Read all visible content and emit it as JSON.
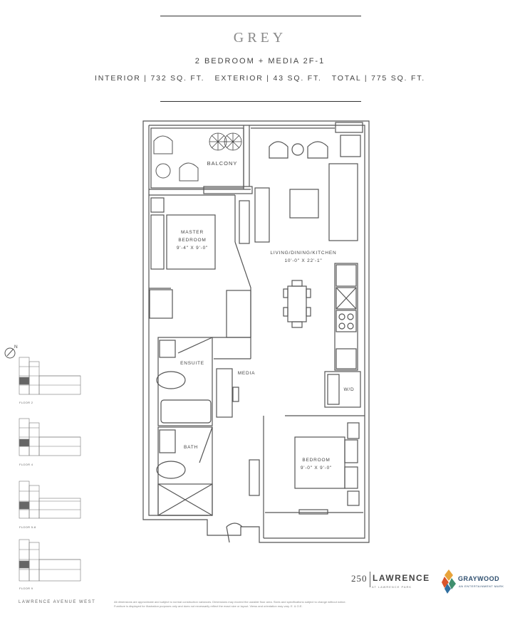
{
  "header": {
    "title": "GREY",
    "subtitle": "2 BEDROOM + MEDIA 2F-1",
    "areas": "INTERIOR | 732 SQ. FT.   EXTERIOR | 43 SQ. FT.   TOTAL | 775 SQ. FT."
  },
  "rooms": {
    "balcony": "BALCONY",
    "master_name_1": "MASTER",
    "master_name_2": "BEDROOM",
    "master_dim": "9'-4\" X 9'-0\"",
    "living_name": "LIVING/DINING/KITCHEN",
    "living_dim": "10'-0\" X 22'-1\"",
    "ensuite": "ENSUITE",
    "media": "MEDIA",
    "wd": "W/D",
    "bath": "BATH",
    "bedroom_name": "BEDROOM",
    "bedroom_dim": "9'-0\" X 9'-0\""
  },
  "compass": {
    "label": "N"
  },
  "key_plans": [
    {
      "label": "FLOOR 2"
    },
    {
      "label": "FLOOR 4"
    },
    {
      "label": "FLOOR 5-8"
    },
    {
      "label": "FLOOR 9"
    }
  ],
  "footer": {
    "street": "LAWRENCE AVENUE WEST",
    "disclaimer_1": "All dimensions are approximate and subject to normal construction variances. Dimensions may exceed the useable floor area. Sizes and specifications subject to change without notice.",
    "disclaimer_2": "Furniture is displayed for illustration purposes only and does not necessarily reflect the exact size or layout. Views and orientation may vary. E. & O.E."
  },
  "branding": {
    "building_number": "250",
    "building_name": "LAWRENCE",
    "building_sub": "AT LAWRENCE PARK",
    "developer": "GRAYWOOD",
    "developer_sub": "AN ENTERTAINMENT MARK",
    "logo_colors": [
      "#e8a33a",
      "#d9542b",
      "#3f8f6e",
      "#2f6fa0",
      "#8bbf4a"
    ]
  }
}
